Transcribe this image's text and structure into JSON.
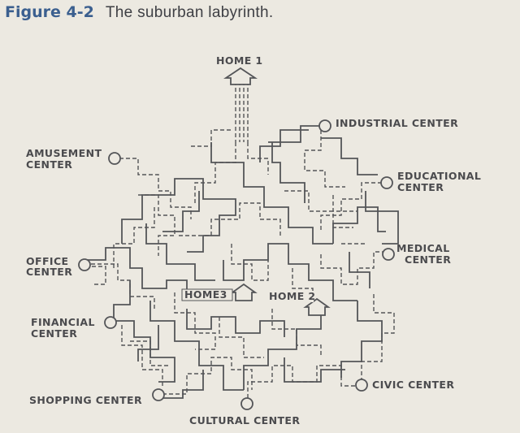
{
  "caption": {
    "number": "Figure 4-2",
    "title": "The suburban labyrinth."
  },
  "labels": {
    "home1": "HOME 1",
    "industrial": "INDUSTRIAL CENTER",
    "amusement_1": "AMUSEMENT",
    "amusement_2": "CENTER",
    "educational_1": "EDUCATIONAL",
    "educational_2": "CENTER",
    "office_1": "OFFICE",
    "office_2": "CENTER",
    "medical_1": "MEDICAL",
    "medical_2": "CENTER",
    "home3": "HOME3",
    "home2": "HOME 2",
    "financial_1": "FINANCIAL",
    "financial_2": "CENTER",
    "shopping": "SHOPPING CENTER",
    "civic": "CIVIC CENTER",
    "cultural": "CULTURAL CENTER"
  }
}
